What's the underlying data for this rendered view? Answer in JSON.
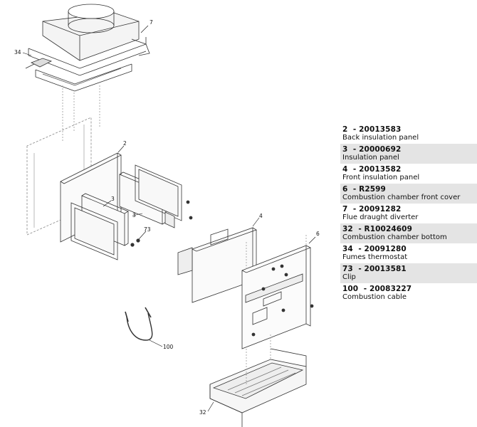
{
  "diagram": {
    "callouts": [
      "7",
      "34",
      "2",
      "3",
      "3",
      "73",
      "4",
      "6",
      "100",
      "32"
    ]
  },
  "parts": [
    {
      "number": "2",
      "code": "20013583",
      "description": "Back insulation panel"
    },
    {
      "number": "3",
      "code": "20000692",
      "description": "Insulation panel"
    },
    {
      "number": "4",
      "code": "20013582",
      "description": "Front insulation panel"
    },
    {
      "number": "6",
      "code": "R2599",
      "description": "Combustion chamber front cover"
    },
    {
      "number": "7",
      "code": "20091282",
      "description": "Flue draught diverter"
    },
    {
      "number": "32",
      "code": "R10024609",
      "description": "Combustion chamber bottom"
    },
    {
      "number": "34",
      "code": "20091280",
      "description": "Fumes thermostat"
    },
    {
      "number": "73",
      "code": "20013581",
      "description": "Clip"
    },
    {
      "number": "100",
      "code": "20083227",
      "description": "Combustion cable"
    }
  ]
}
